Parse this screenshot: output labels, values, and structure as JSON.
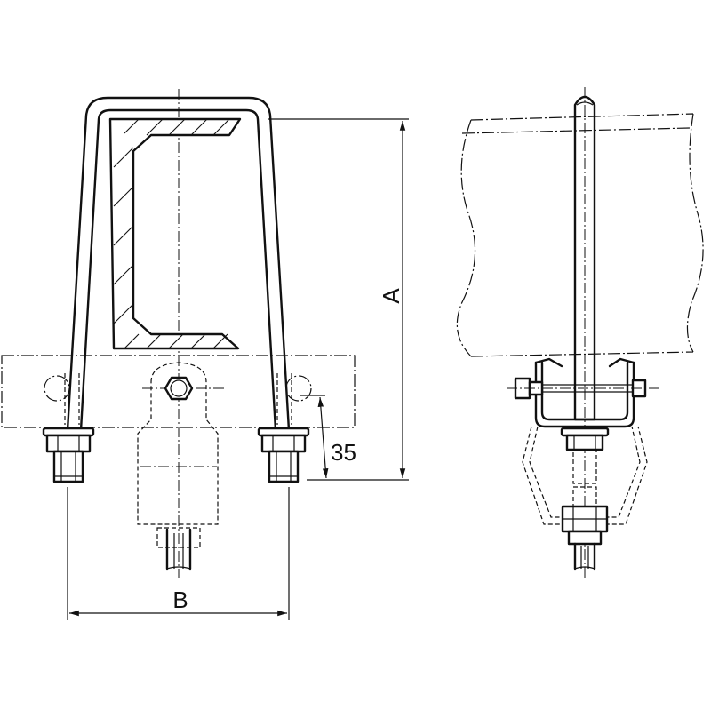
{
  "dimensions": {
    "a_label": "A",
    "b_label": "B",
    "offset_label": "35"
  }
}
